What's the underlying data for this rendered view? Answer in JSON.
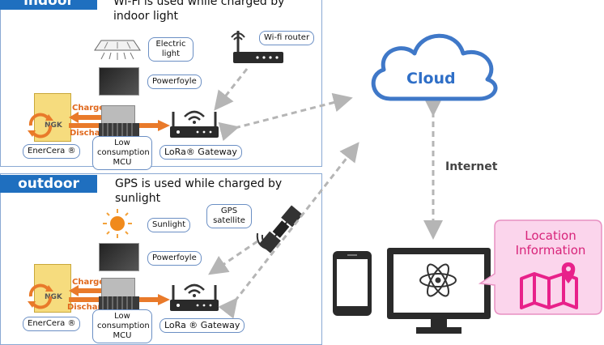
{
  "indoor": {
    "tag": "indoor",
    "caption_line1": "Wi-Fi is used while charged by",
    "caption_line2": "indoor light",
    "light_label_line1": "Electric",
    "light_label_line2": "light",
    "router_label": "Wi-fi router",
    "powerfoyle_label": "Powerfoyle",
    "charge_label": "Charge",
    "discharge_label": "Discharge",
    "enercera_label": "EnerCera ®",
    "mcu_line1": "Low",
    "mcu_line2": "consumption",
    "mcu_line3": "MCU",
    "gateway_label": "LoRa® Gateway"
  },
  "outdoor": {
    "tag": "outdoor",
    "caption_line1": "GPS is used while charged by",
    "caption_line2": "sunlight",
    "sunlight_label": "Sunlight",
    "gps_line1": "GPS",
    "gps_line2": "satellite",
    "powerfoyle_label": "Powerfoyle",
    "charge_label": "Charge",
    "discharge_label": "Discharge",
    "enercera_label": "EnerCera ®",
    "mcu_line1": "Low",
    "mcu_line2": "consumption",
    "mcu_line3": "MCU",
    "gateway_label": "LoRa ® Gateway"
  },
  "cloud_label": "Cloud",
  "internet_label": "Internet",
  "location_line1": "Location",
  "location_line2": "Information",
  "battery_brand": "NGK",
  "colors": {
    "tag_blue": "#1f6fbf",
    "cloud_blue": "#2f6fc7",
    "arrow_orange": "#e97a2a",
    "dashed_gray": "#b5b5b5",
    "location_pink": "#fbd5ec",
    "map_pink": "#e8218a"
  }
}
